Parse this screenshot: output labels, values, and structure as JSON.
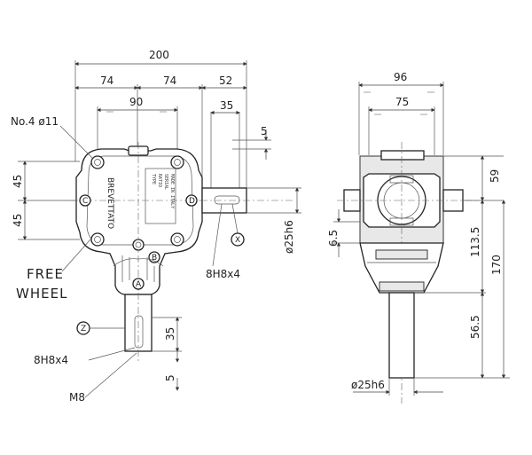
{
  "front_view": {
    "dim_200": "200",
    "dim_74_left": "74",
    "dim_74_right": "74",
    "dim_52": "52",
    "dim_90": "90",
    "dim_35_top": "35",
    "dim_5_top": "5",
    "dim_45_upper": "45",
    "dim_45_lower": "45",
    "dim_25h6": "ø25h6",
    "dim_35_bottom": "35",
    "dim_5_bottom": "5",
    "label_no4": "No.4 ø11",
    "label_free": "FREE",
    "label_wheel": "WHEEL",
    "label_key_right": "8H8x4",
    "label_key_bottom": "8H8x4",
    "label_m8": "M8",
    "marker_x": "X",
    "marker_z": "Z",
    "marker_a": "A",
    "marker_b": "B",
    "marker_c": "C",
    "marker_d": "D",
    "casting_text": "BREVETTATO",
    "plate_lines": [
      "TYPE",
      "RATIO",
      "SERIAL",
      "MADE IN ITALY"
    ]
  },
  "side_view": {
    "dim_96": "96",
    "dim_75": "75",
    "dim_59": "59",
    "dim_6_5": "6.5",
    "dim_113_5": "113.5",
    "dim_170": "170",
    "dim_56_5": "56.5",
    "dim_25h6": "ø25h6"
  }
}
